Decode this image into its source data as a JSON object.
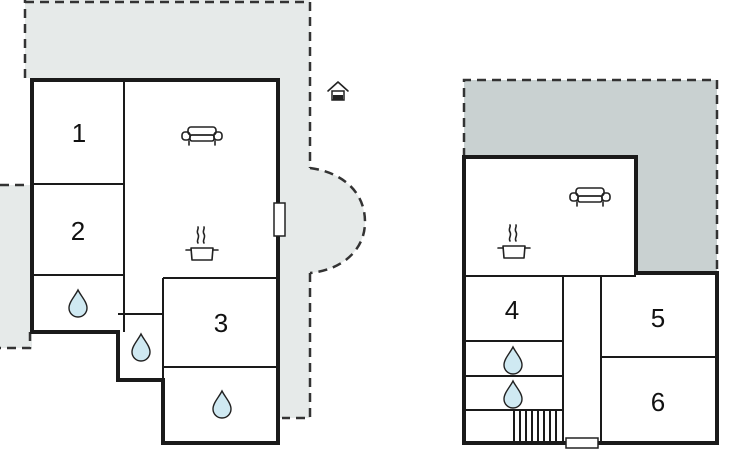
{
  "floors": [
    {
      "rooms": [
        {
          "label": "1",
          "type": "bedroom"
        },
        {
          "label": "2",
          "type": "bedroom"
        },
        {
          "label": "",
          "type": "bathroom",
          "icon": "water-drop-icon"
        },
        {
          "label": "",
          "type": "bathroom",
          "icon": "water-drop-icon"
        },
        {
          "label": "3",
          "type": "bedroom"
        },
        {
          "label": "",
          "type": "bathroom",
          "icon": "water-drop-icon"
        },
        {
          "label": "",
          "type": "living-kitchen",
          "icons": [
            "sofa-icon",
            "cooking-pot-icon",
            "fireplace-icon"
          ]
        }
      ],
      "outdoor_icon": "house-entrance-icon"
    },
    {
      "rooms": [
        {
          "label": "4",
          "type": "bedroom"
        },
        {
          "label": "",
          "type": "bathroom",
          "icon": "water-drop-icon"
        },
        {
          "label": "",
          "type": "bathroom",
          "icon": "water-drop-icon"
        },
        {
          "label": "5",
          "type": "bedroom"
        },
        {
          "label": "6",
          "type": "bedroom"
        },
        {
          "label": "",
          "type": "living-kitchen",
          "icons": [
            "sofa-icon",
            "cooking-pot-icon"
          ]
        }
      ],
      "stairs_icon": "stairs-icon"
    }
  ],
  "colors": {
    "outdoor": "#e6eae9",
    "outdoor_dark": "#c9d1d1",
    "drop": "#cfe9f2",
    "wall": "#1a1a1a"
  }
}
